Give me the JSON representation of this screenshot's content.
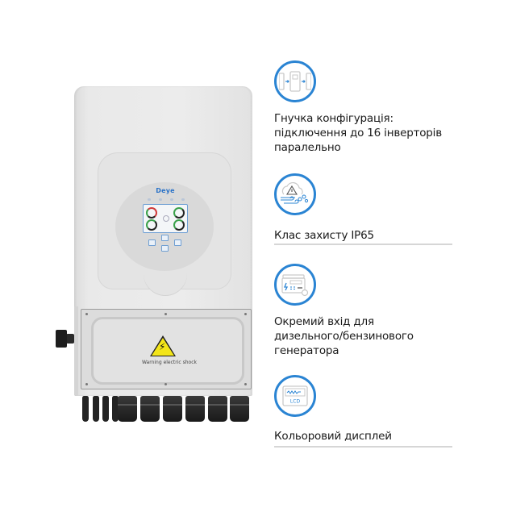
{
  "product": {
    "brand": "Deye",
    "warning_label": "Warning electric shock",
    "warning_symbol": "⚡",
    "accent_color": "#2a84d3"
  },
  "features": [
    {
      "icon": "parallel-inverters-icon",
      "lines": [
        "Гнучка конфігурація:",
        "підключення до 16 інверторів",
        "паралельно"
      ]
    },
    {
      "icon": "weather-protection-icon",
      "lines": [
        "Клас захисту IP65"
      ]
    },
    {
      "icon": "generator-icon",
      "lines": [
        "Окремий вхід для",
        "дизельного/бензинового",
        "генератора"
      ]
    },
    {
      "icon": "lcd-display-icon",
      "icon_label": "LCD",
      "lines": [
        "Кольоровий дисплей"
      ]
    }
  ]
}
